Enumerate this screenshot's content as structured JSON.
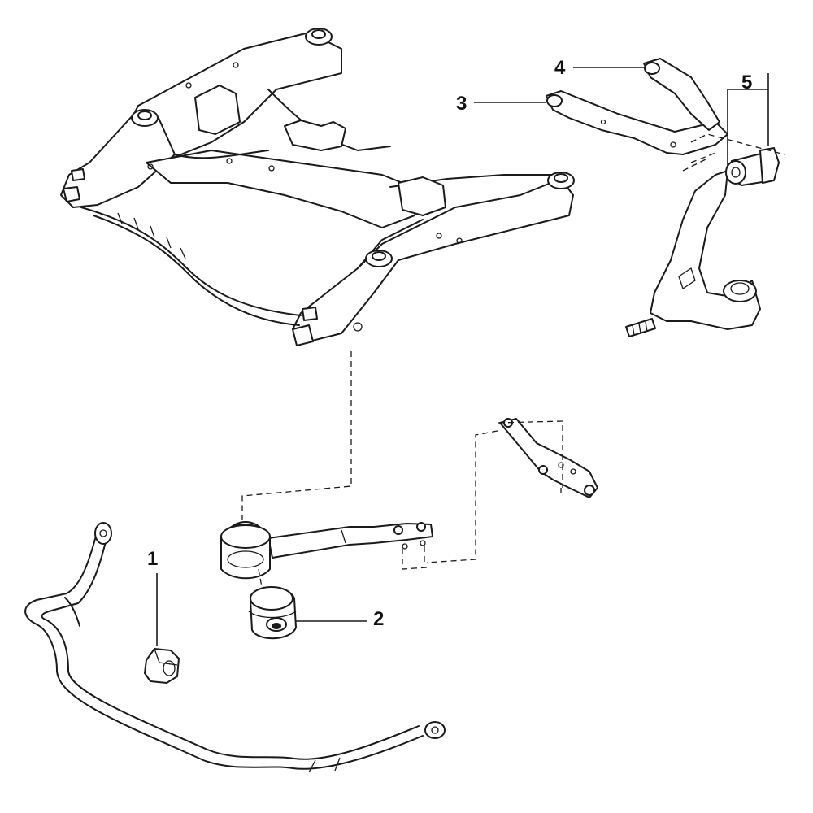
{
  "callouts": [
    {
      "id": "1",
      "text": "1"
    },
    {
      "id": "2",
      "text": "2"
    },
    {
      "id": "3",
      "text": "3"
    },
    {
      "id": "4",
      "text": "4"
    },
    {
      "id": "5",
      "text": "5"
    }
  ],
  "colors": {
    "line": "#1a1a1a",
    "background": "#ffffff"
  }
}
